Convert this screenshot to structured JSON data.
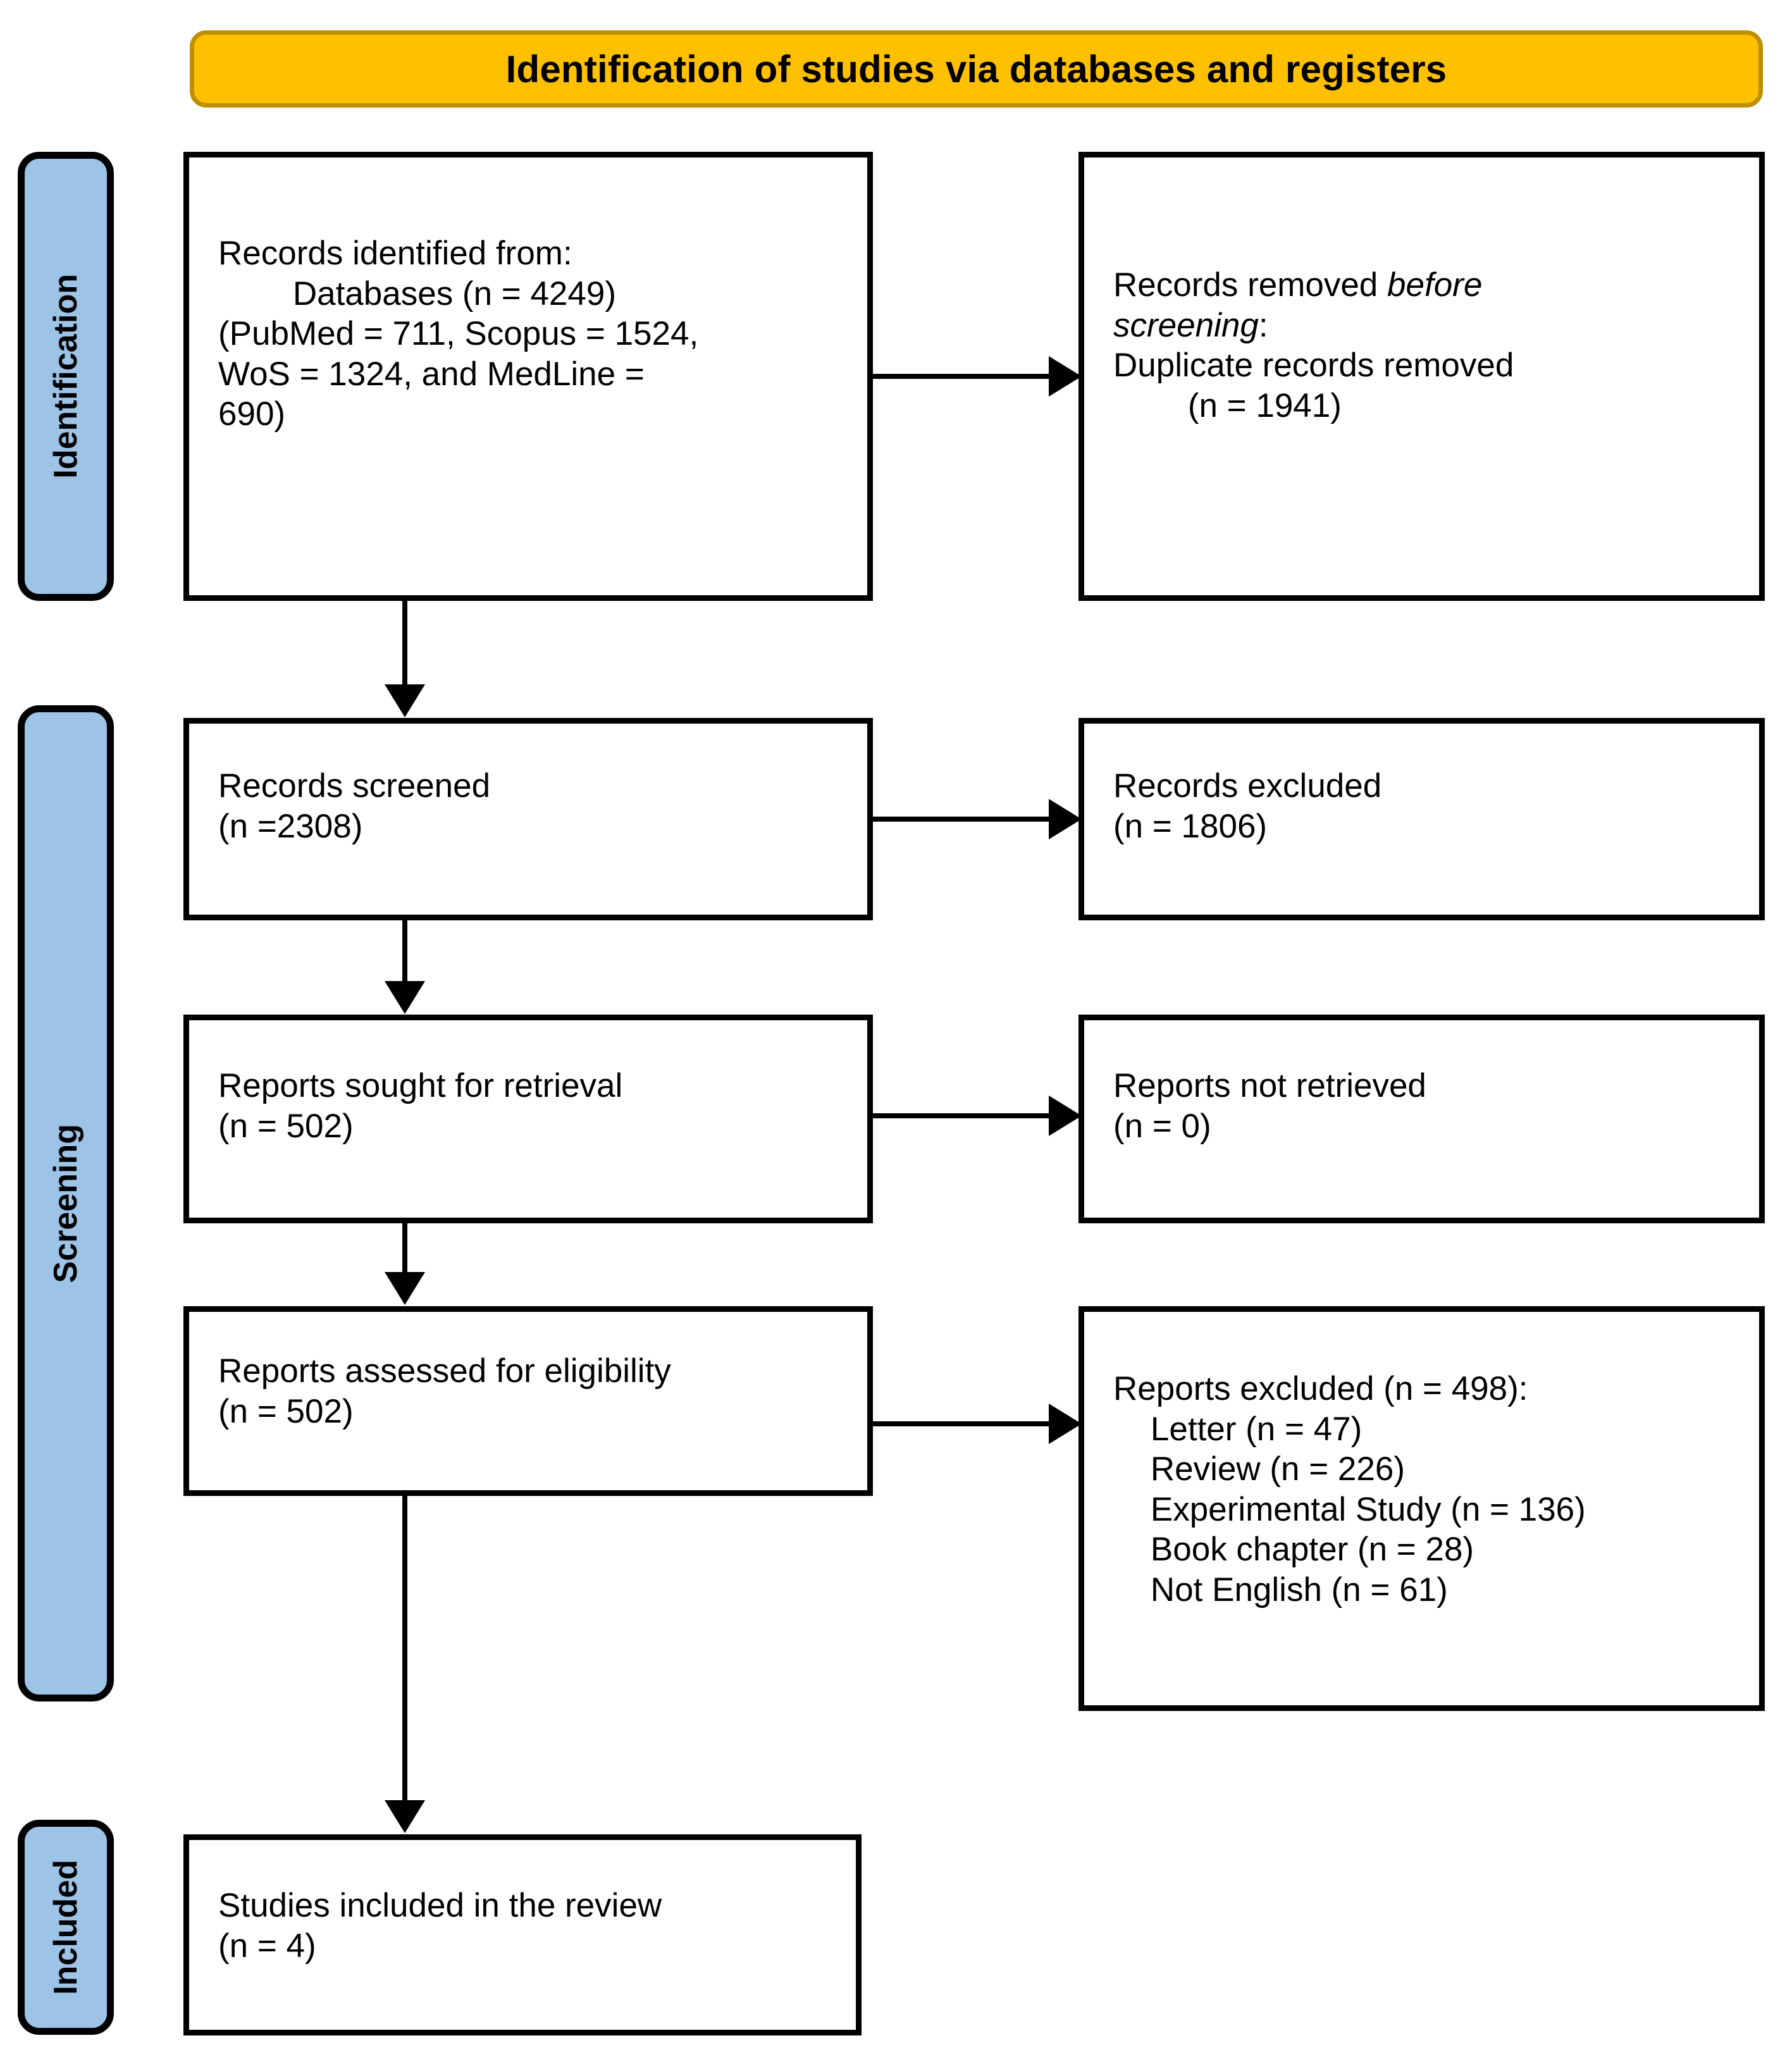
{
  "header": {
    "title": "Identification of studies via databases and registers",
    "fill_color": "#FFC000",
    "border_color": "#BF8F00"
  },
  "stages": {
    "fill_color": "#9DC3E6",
    "border_color": "#000000",
    "identification": "Identification",
    "screening": "Screening",
    "included": "Included"
  },
  "boxes": {
    "records_identified": {
      "line1": "Records identified from:",
      "line2": "        Databases (n = 4249)",
      "line3": "(PubMed = 711, Scopus = 1524,",
      "line4": "WoS = 1324, and MedLine =",
      "line5": "690)"
    },
    "records_removed": {
      "line1_prefix": "Records removed ",
      "line1_italic": "before",
      "line2_italic": "screening",
      "line2_suffix": ":",
      "line3": "Duplicate records removed",
      "line4": "        (n = 1941)"
    },
    "records_screened": {
      "line1": "Records screened",
      "line2": "(n =2308)"
    },
    "records_excluded": {
      "line1": "Records excluded",
      "line2": "(n = 1806)"
    },
    "reports_sought": {
      "line1": "Reports sought for retrieval",
      "line2": "(n = 502)"
    },
    "reports_not_retrieved": {
      "line1": "Reports not retrieved",
      "line2": "(n = 0)"
    },
    "reports_assessed": {
      "line1": "Reports assessed for eligibility",
      "line2": "(n = 502)"
    },
    "reports_excluded_list": {
      "line1": "Reports excluded (n = 498):",
      "line2": "    Letter (n = 47)",
      "line3": "    Review (n = 226)",
      "line4": "    Experimental Study (n = 136)",
      "line5": "    Book chapter (n = 28)",
      "line6": "    Not English (n = 61)"
    },
    "studies_included": {
      "line1": "Studies included in the review",
      "line2": "(n = 4)"
    }
  },
  "chart_data": {
    "type": "diagram",
    "title": "Identification of studies via databases and registers",
    "diagram_kind": "PRISMA 2020 flow diagram",
    "stages": [
      "Identification",
      "Screening",
      "Included"
    ],
    "nodes": [
      {
        "id": "records_identified",
        "stage": "Identification",
        "label": "Records identified from: Databases (n = 4249) (PubMed = 711, Scopus = 1524, WoS = 1324, and MedLine = 690)",
        "n": 4249
      },
      {
        "id": "records_removed",
        "stage": "Identification",
        "label": "Records removed before screening: Duplicate records removed (n = 1941)",
        "n": 1941
      },
      {
        "id": "records_screened",
        "stage": "Screening",
        "label": "Records screened (n =2308)",
        "n": 2308
      },
      {
        "id": "records_excluded",
        "stage": "Screening",
        "label": "Records excluded (n = 1806)",
        "n": 1806
      },
      {
        "id": "reports_sought",
        "stage": "Screening",
        "label": "Reports sought for retrieval (n = 502)",
        "n": 502
      },
      {
        "id": "reports_not_retrieved",
        "stage": "Screening",
        "label": "Reports not retrieved (n = 0)",
        "n": 0
      },
      {
        "id": "reports_assessed",
        "stage": "Screening",
        "label": "Reports assessed for eligibility (n = 502)",
        "n": 502
      },
      {
        "id": "reports_excluded_list",
        "stage": "Screening",
        "label": "Reports excluded (n = 498)",
        "n": 498,
        "breakdown": [
          {
            "reason": "Letter",
            "n": 47
          },
          {
            "reason": "Review",
            "n": 226
          },
          {
            "reason": "Experimental Study",
            "n": 136
          },
          {
            "reason": "Book chapter",
            "n": 28
          },
          {
            "reason": "Not English",
            "n": 61
          }
        ]
      },
      {
        "id": "studies_included",
        "stage": "Included",
        "label": "Studies included in the review (n = 4)",
        "n": 4
      }
    ],
    "edges": [
      {
        "from": "records_identified",
        "to": "records_removed",
        "direction": "right"
      },
      {
        "from": "records_identified",
        "to": "records_screened",
        "direction": "down"
      },
      {
        "from": "records_screened",
        "to": "records_excluded",
        "direction": "right"
      },
      {
        "from": "records_screened",
        "to": "reports_sought",
        "direction": "down"
      },
      {
        "from": "reports_sought",
        "to": "reports_not_retrieved",
        "direction": "right"
      },
      {
        "from": "reports_sought",
        "to": "reports_assessed",
        "direction": "down"
      },
      {
        "from": "reports_assessed",
        "to": "reports_excluded_list",
        "direction": "right"
      },
      {
        "from": "reports_assessed",
        "to": "studies_included",
        "direction": "down"
      }
    ],
    "database_counts": {
      "PubMed": 711,
      "Scopus": 1524,
      "WoS": 1324,
      "MedLine": 690
    }
  }
}
